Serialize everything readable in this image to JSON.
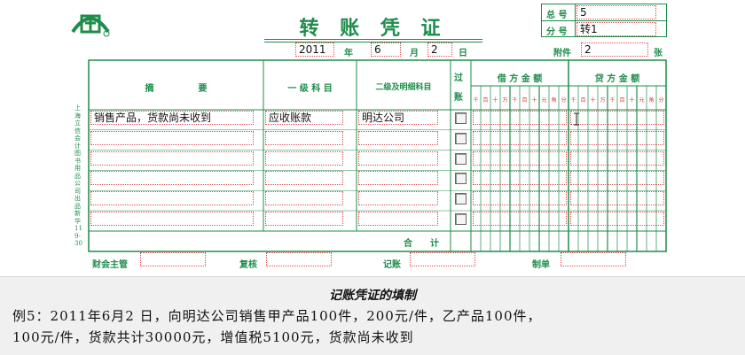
{
  "voucher": {
    "title": "转 账 凭 证",
    "total_no_label": "总 号",
    "total_no_value": "5",
    "sub_no_label": "分 号",
    "sub_no_value": "转1",
    "year_value": "2011",
    "year_label": "年",
    "month_value": "6",
    "month_label": "月",
    "day_value": "2",
    "day_label": "日",
    "attach_label": "附件",
    "attach_value": "2",
    "attach_unit": "张",
    "side_text": "上海立信会计图书用品公司出品 新华119-30",
    "headers": {
      "summary": "摘　　　　　要",
      "level1": "一 级 科 目",
      "level2": "二级及明细科目",
      "posted": "过账",
      "debit": "借 方 金 额",
      "credit": "贷 方 金 额"
    },
    "digit_labels": [
      "千",
      "百",
      "十",
      "万",
      "千",
      "百",
      "十",
      "元",
      "角",
      "分"
    ],
    "rows": [
      {
        "summary": "销售产品，货款尚未收到",
        "level1": "应收账款",
        "level2": "明达公司"
      },
      {
        "summary": "",
        "level1": "",
        "level2": ""
      },
      {
        "summary": "",
        "level1": "",
        "level2": ""
      },
      {
        "summary": "",
        "level1": "",
        "level2": ""
      },
      {
        "summary": "",
        "level1": "",
        "level2": ""
      },
      {
        "summary": "",
        "level1": "",
        "level2": ""
      }
    ],
    "total_label": "合　　计",
    "footer": {
      "supervisor": "财会主管",
      "review": "复核",
      "bookkeeper": "记账",
      "preparer": "制单"
    }
  },
  "caption": "记账凭证的填制",
  "description_line1": "例5：2011年6月2 日，向明达公司销售甲产品100件，200元/件，乙产品100件，",
  "description_line2": "100元/件，货款共计30000元，增值税5100元，货款尚未收到",
  "colors": {
    "green": "#1e8c4a",
    "red": "#e24b4b",
    "panel": "#f0f0f0"
  }
}
